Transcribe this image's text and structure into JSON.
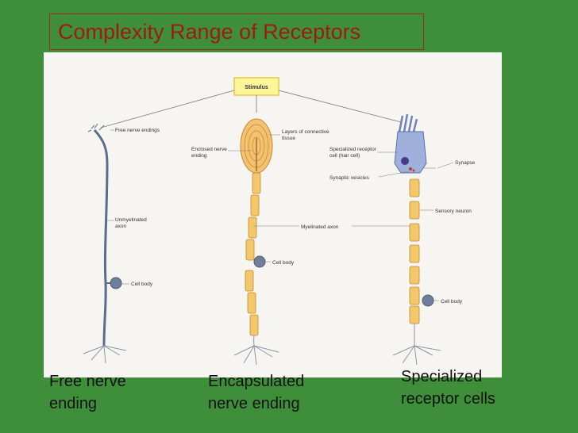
{
  "title": "Complexity Range of Receptors",
  "diagram": {
    "stimulus_label": "Stimulus",
    "labels": {
      "free_nerve_endings": "Free nerve endings",
      "unmyelinated_axon": "Unmyelinated\naxon",
      "cell_body_left": "Cell body",
      "enclosed_nerve_ending": "Enclosed nerve\nending",
      "connective_tissue": "Layers of connective\ntissue",
      "myelinated_axon": "Myelinated axon",
      "cell_body_middle": "Cell body",
      "specialized_receptor_cell": "Specialized receptor\ncell (hair cell)",
      "synaptic_vesicles": "Synaptic vesicles",
      "synapse": "Synapse",
      "sensory_neuron": "Sensory neuron",
      "cell_body_right": "Cell body"
    }
  },
  "captions": {
    "free": "Free nerve\nending",
    "encapsulated": "Encapsulated\nnerve ending",
    "specialized": "Specialized\nreceptor cells"
  }
}
